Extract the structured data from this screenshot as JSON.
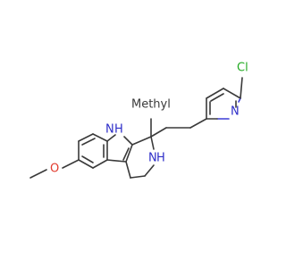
{
  "molecule": {
    "labels": {
      "chlorine": "Cl",
      "pyridine_n": "N",
      "indole_nh": "N",
      "indole_h": "H",
      "ring_nh": "N",
      "ring_h": "H",
      "methyl": "Methyl",
      "methoxy_o": "O"
    },
    "colors": {
      "bond": "#3a3a3a",
      "nitrogen": "#2d2dc8",
      "oxygen": "#e23b2e",
      "chlorine": "#22aa22"
    }
  }
}
